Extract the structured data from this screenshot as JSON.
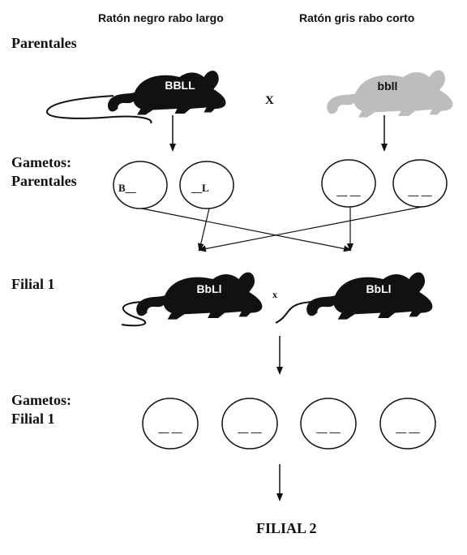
{
  "headers": {
    "left": "Ratón negro rabo largo",
    "right": "Ratón gris rabo corto"
  },
  "rows": {
    "parentales": "Parentales",
    "gametos_parentales_1": "Gametos:",
    "gametos_parentales_2": "Parentales",
    "filial1": "Filial 1",
    "gametos_filial1_1": "Gametos:",
    "gametos_filial1_2": "Filial 1",
    "filial2": "FILIAL 2"
  },
  "mice": {
    "parent_black": "BBLL",
    "parent_gray": "bbll",
    "f1_left": "BbLl",
    "f1_right": "BbLl"
  },
  "cross_symbols": {
    "parents": "X",
    "f1": "x"
  },
  "gametes": {
    "parent_black_1": "B__",
    "parent_black_2": "__L",
    "parent_gray_1": "__ __",
    "parent_gray_2": "__ __",
    "f1": [
      "__ __",
      "__ __",
      "__ __",
      "__ __"
    ]
  },
  "colors": {
    "black_mouse": "#111111",
    "gray_mouse": "#bdbdbd",
    "stroke": "#111111"
  }
}
